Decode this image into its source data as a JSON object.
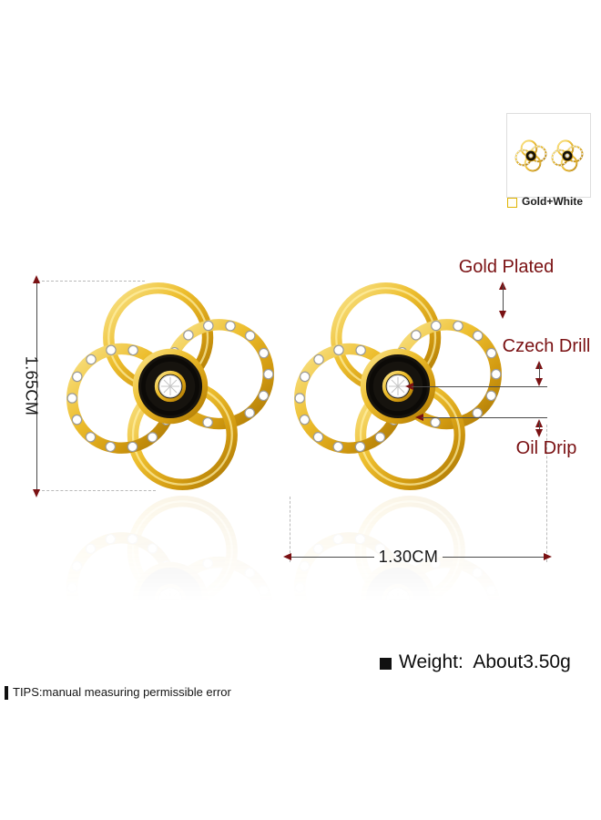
{
  "variant": {
    "label": "Gold+White"
  },
  "dimensions": {
    "height": "1.65CM",
    "width": "1.30CM"
  },
  "callouts": {
    "gold_plated": "Gold Plated",
    "czech_drill": "Czech Drill",
    "oil_drip": "Oil Drip"
  },
  "specs": {
    "weight": "Weight:  About3.50g"
  },
  "footer": {
    "tips": "TIPS:manual measuring permissible error"
  },
  "colors": {
    "gold": "#D9A520",
    "accent_maroon": "#7A1113",
    "enamel_black": "#16130E",
    "crystal_white": "#FFFFFF",
    "swatch_border_gold": "#E0B400"
  },
  "icons": {
    "swatch_checkbox": "color-swatch-checkbox",
    "weight_bullet": "weight-bullet-square",
    "tips_bar": "tips-marker-bar"
  }
}
